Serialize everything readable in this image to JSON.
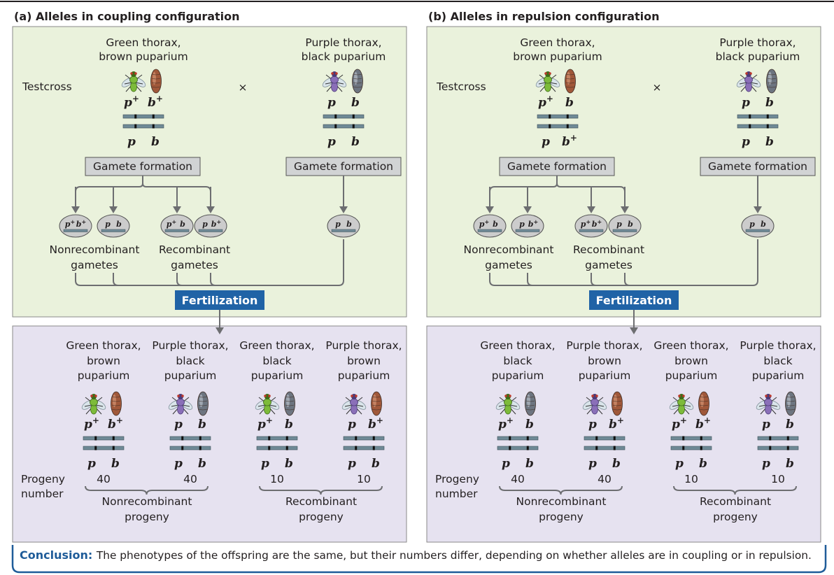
{
  "colors": {
    "top_bg": "#eaf2dc",
    "bottom_bg": "#e6e2f0",
    "border": "#8a8a8a",
    "fertilization": "#2063a6",
    "gamete_box": "#d1d3d4",
    "gamete_oval": "#cccccc",
    "chromosome": "#6f8a96",
    "conclusion_border": "#1f5c99"
  },
  "panels": [
    {
      "title": "(a) Alleles in coupling configuration",
      "parent1": {
        "label": [
          "Green thorax,",
          "brown puparium"
        ],
        "top_genes": [
          "p",
          "b"
        ],
        "top_plus": [
          true,
          true
        ],
        "bottom_genes": [
          "p",
          "b"
        ],
        "bottom_plus": [
          false,
          false
        ]
      },
      "parent2": {
        "label": [
          "Purple thorax,",
          "black puparium"
        ],
        "top_genes": [
          "p",
          "b"
        ],
        "top_plus": [
          false,
          false
        ],
        "bottom_genes": [
          "p",
          "b"
        ],
        "bottom_plus": [
          false,
          false
        ]
      },
      "testcross": "Testcross",
      "cross": "×",
      "gamete_formation": "Gamete formation",
      "gametes": [
        {
          "plus": [
            true,
            true
          ]
        },
        {
          "plus": [
            false,
            false
          ]
        },
        {
          "plus": [
            true,
            false
          ]
        },
        {
          "plus": [
            false,
            true
          ]
        }
      ],
      "p2_gamete": {
        "plus": [
          false,
          false
        ]
      },
      "nonrecombinant_gametes": [
        "Nonrecombinant",
        "gametes"
      ],
      "recombinant_gametes": [
        "Recombinant",
        "gametes"
      ],
      "fertilization": "Fertilization",
      "progeny": [
        {
          "label": [
            "Green thorax,",
            "brown",
            "puparium"
          ],
          "fly": "green",
          "pupa": "brown",
          "top_plus": [
            true,
            true
          ],
          "number": "40"
        },
        {
          "label": [
            "Purple thorax,",
            "black",
            "puparium"
          ],
          "fly": "purple",
          "pupa": "black",
          "top_plus": [
            false,
            false
          ],
          "number": "40"
        },
        {
          "label": [
            "Green thorax,",
            "black",
            "puparium"
          ],
          "fly": "green",
          "pupa": "black",
          "top_plus": [
            true,
            false
          ],
          "number": "10"
        },
        {
          "label": [
            "Purple thorax,",
            "brown",
            "puparium"
          ],
          "fly": "purple",
          "pupa": "brown",
          "top_plus": [
            false,
            true
          ],
          "number": "10"
        }
      ],
      "progeny_number": [
        "Progeny",
        "number"
      ],
      "nonrecombinant_progeny": [
        "Nonrecombinant",
        "progeny"
      ],
      "recombinant_progeny": [
        "Recombinant",
        "progeny"
      ]
    },
    {
      "title": "(b) Alleles in repulsion configuration",
      "parent1": {
        "label": [
          "Green thorax,",
          "brown puparium"
        ],
        "top_genes": [
          "p",
          "b"
        ],
        "top_plus": [
          true,
          false
        ],
        "bottom_genes": [
          "p",
          "b"
        ],
        "bottom_plus": [
          false,
          true
        ]
      },
      "parent2": {
        "label": [
          "Purple thorax,",
          "black puparium"
        ],
        "top_genes": [
          "p",
          "b"
        ],
        "top_plus": [
          false,
          false
        ],
        "bottom_genes": [
          "p",
          "b"
        ],
        "bottom_plus": [
          false,
          false
        ]
      },
      "testcross": "Testcross",
      "cross": "×",
      "gamete_formation": "Gamete formation",
      "gametes": [
        {
          "plus": [
            true,
            false
          ]
        },
        {
          "plus": [
            false,
            true
          ]
        },
        {
          "plus": [
            true,
            true
          ]
        },
        {
          "plus": [
            false,
            false
          ]
        }
      ],
      "p2_gamete": {
        "plus": [
          false,
          false
        ]
      },
      "nonrecombinant_gametes": [
        "Nonrecombinant",
        "gametes"
      ],
      "recombinant_gametes": [
        "Recombinant",
        "gametes"
      ],
      "fertilization": "Fertilization",
      "progeny": [
        {
          "label": [
            "Green thorax,",
            "black",
            "puparium"
          ],
          "fly": "green",
          "pupa": "black",
          "top_plus": [
            true,
            false
          ],
          "number": "40"
        },
        {
          "label": [
            "Purple thorax,",
            "brown",
            "puparium"
          ],
          "fly": "purple",
          "pupa": "brown",
          "top_plus": [
            false,
            true
          ],
          "number": "40"
        },
        {
          "label": [
            "Green thorax,",
            "brown",
            "puparium"
          ],
          "fly": "green",
          "pupa": "brown",
          "top_plus": [
            true,
            true
          ],
          "number": "10"
        },
        {
          "label": [
            "Purple thorax,",
            "black",
            "puparium"
          ],
          "fly": "purple",
          "pupa": "black",
          "top_plus": [
            false,
            false
          ],
          "number": "10"
        }
      ],
      "progeny_number": [
        "Progeny",
        "number"
      ],
      "nonrecombinant_progeny": [
        "Nonrecombinant",
        "progeny"
      ],
      "recombinant_progeny": [
        "Recombinant",
        "progeny"
      ]
    }
  ],
  "conclusion": {
    "heading": "Conclusion:",
    "text": "The phenotypes of the offspring are the same, but their numbers differ, depending on whether alleles are in coupling or in repulsion."
  }
}
